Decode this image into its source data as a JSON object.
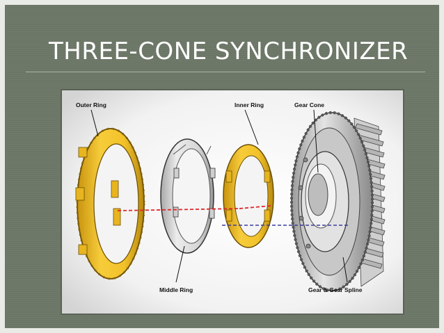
{
  "slide": {
    "title": "THREE-CONE SYNCHRONIZER"
  },
  "diagram": {
    "labels": {
      "outer_ring": "Outer Ring",
      "inner_ring": "Inner Ring",
      "gear_cone": "Gear Cone",
      "middle_ring": "Middle Ring",
      "gear_spline": "Gear & Gear Spline"
    },
    "colors": {
      "ring_yellow": "#f2c22a",
      "ring_yellow_dark": "#b88a10",
      "middle_ring_gray": "#e6e6e6",
      "gear_gray": "#d9d9d9",
      "red_axis": "#e0262b",
      "blue_axis": "#3c3c9a",
      "slide_bg": "#6e7868"
    }
  }
}
